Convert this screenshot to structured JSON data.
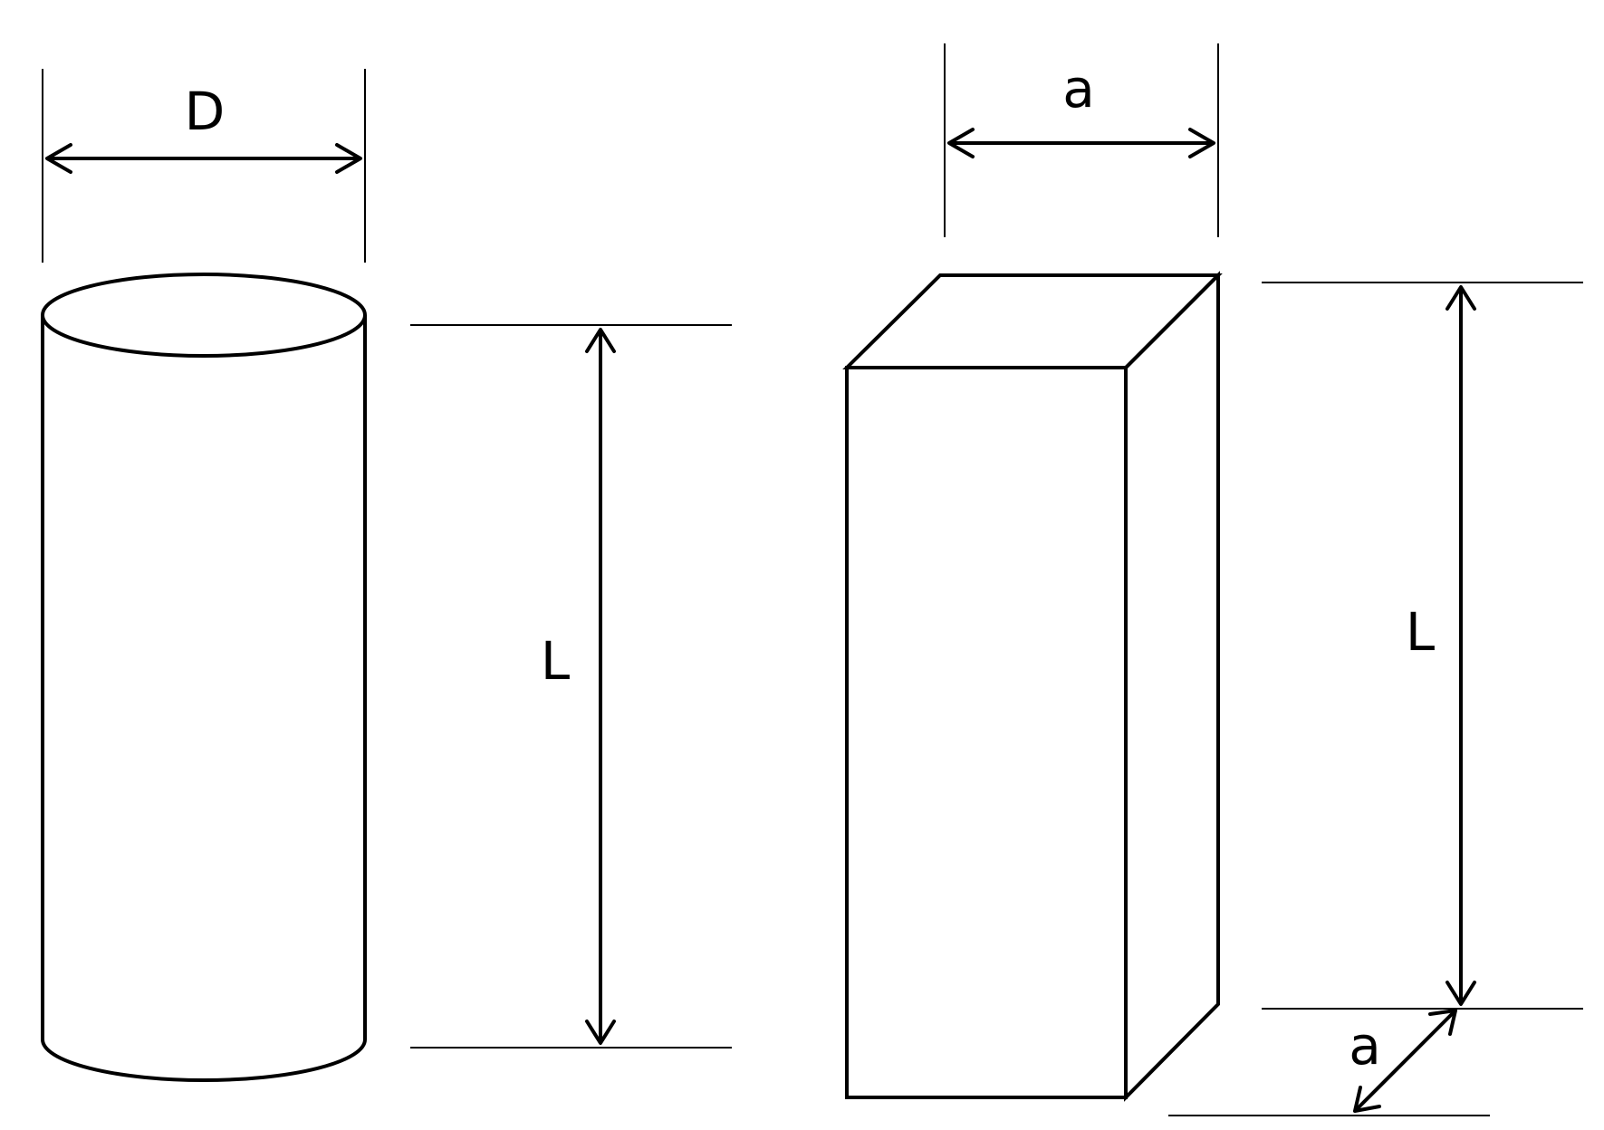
{
  "labels": {
    "cylinder_diameter": "D",
    "cylinder_length": "L",
    "prism_width_top": "a",
    "prism_length": "L",
    "prism_depth": "a"
  },
  "colors": {
    "stroke": "#000000",
    "background": "#ffffff"
  }
}
